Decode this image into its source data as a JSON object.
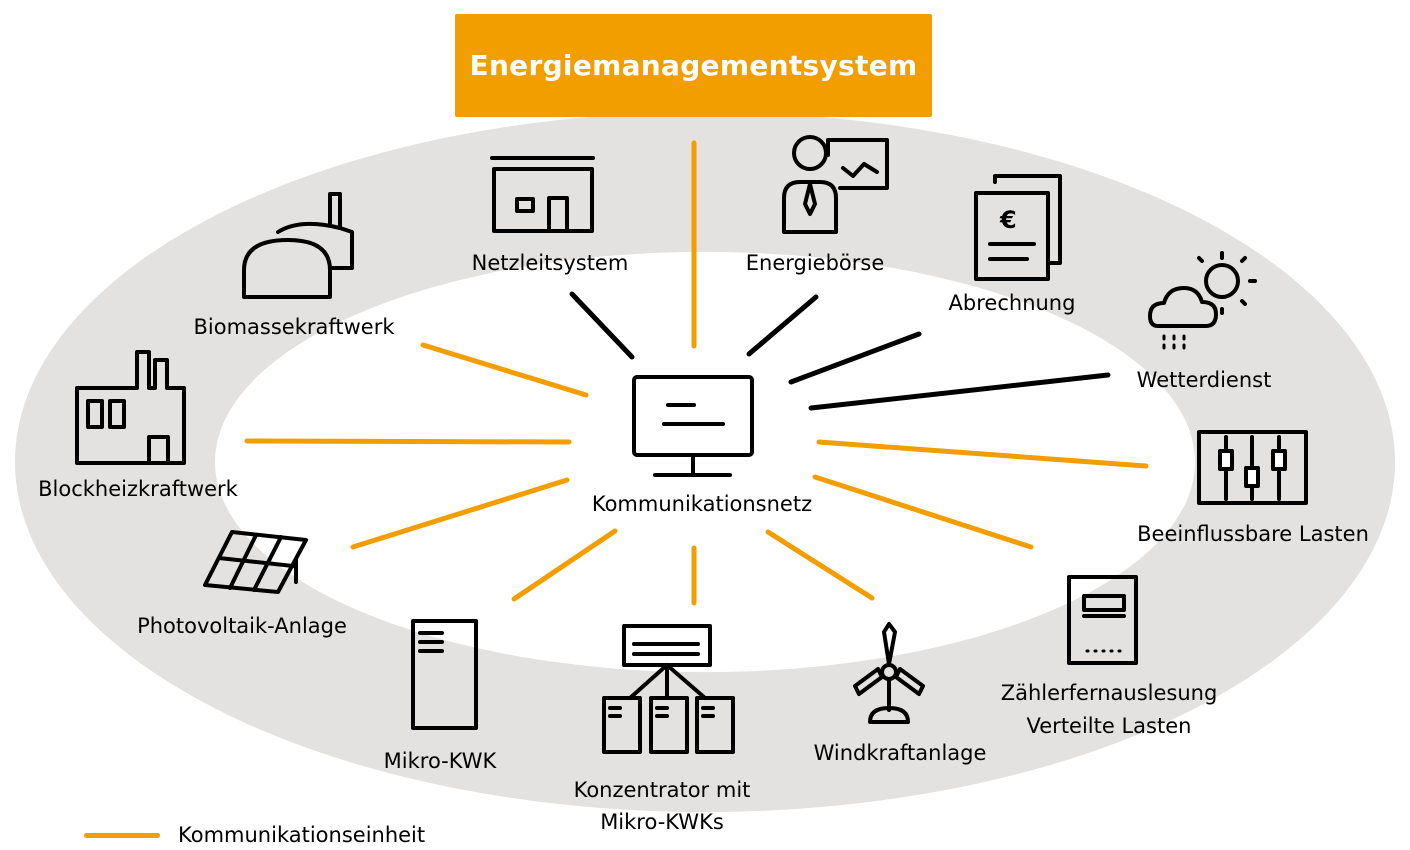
{
  "title": "Energiemanagementsystem",
  "center_label": "Kommunikationsnetz",
  "legend": {
    "label": "Kommunikationseinheit",
    "color": "#f29d00"
  },
  "colors": {
    "accent": "#f29d00",
    "ring": "#e3e2e1",
    "line_black": "#000000"
  },
  "nodes": {
    "netzleitsystem": "Netzleitsystem",
    "energieboerse": "Energiebörse",
    "abrechnung": "Abrechnung",
    "wetterdienst": "Wetterdienst",
    "biomassekraftwerk": "Biomassekraftwerk",
    "blockheizkraftwerk": "Blockheizkraftwerk",
    "beeinflussbare_lasten": "Beeinflussbare Lasten",
    "photovoltaik": "Photovoltaik-Anlage",
    "zaehler_line1": "Zählerfernauslesung",
    "zaehler_line2": "Verteilte Lasten",
    "mikro_kwk": "Mikro-KWK",
    "konzentrator_line1": "Konzentrator mit",
    "konzentrator_line2": "Mikro-KWKs",
    "windkraftanlage": "Windkraftanlage"
  },
  "icons": [
    "control-room-icon",
    "presenter-chart-icon",
    "invoice-euro-icon",
    "weather-icon",
    "biogas-plant-icon",
    "factory-icon",
    "equalizer-icon",
    "solar-panel-icon",
    "meter-icon",
    "cabinet-icon",
    "concentrator-icon",
    "wind-turbine-icon",
    "monitor-icon"
  ]
}
